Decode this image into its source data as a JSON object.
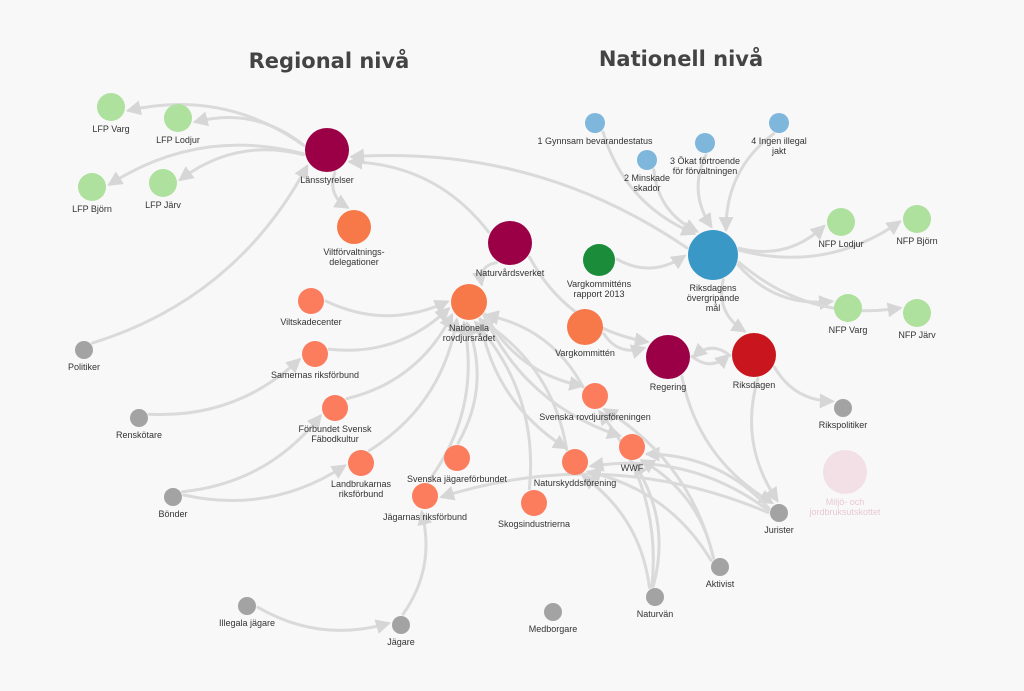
{
  "headings": {
    "regional": "Regional nivå",
    "national": "Nationell nivå"
  },
  "colors": {
    "edge": "#dadada",
    "maroon": "#9b0046",
    "red": "#c9151d",
    "orange": "#f7794a",
    "salmon": "#fb7d5e",
    "light_green": "#aee09e",
    "dark_green": "#1a8c3a",
    "blue": "#3a98c7",
    "light_blue": "#7fb6dc",
    "grey": "#a3a3a3",
    "faded_pink": "#f3e0e6"
  },
  "nodes": [
    {
      "id": "lansstyrelser",
      "label": [
        "Länsstyrelser"
      ],
      "color": "maroon"
    },
    {
      "id": "lfp-varg",
      "label": [
        "LFP Varg"
      ],
      "color": "light_green"
    },
    {
      "id": "lfp-lodjur",
      "label": [
        "LFP Lodjur"
      ],
      "color": "light_green"
    },
    {
      "id": "lfp-bjorn",
      "label": [
        "LFP Björn"
      ],
      "color": "light_green"
    },
    {
      "id": "lfp-jarv",
      "label": [
        "LFP Järv"
      ],
      "color": "light_green"
    },
    {
      "id": "viltforvaltningsdelegationer",
      "label": [
        "Viltförvaltnings-",
        "delegationer"
      ],
      "color": "orange"
    },
    {
      "id": "naturvardsverket",
      "label": [
        "Naturvårdsverket"
      ],
      "color": "maroon"
    },
    {
      "id": "nationella-rovdjursradet",
      "label": [
        "Nationella",
        "rovdjursrådet"
      ],
      "color": "orange"
    },
    {
      "id": "viltskadecenter",
      "label": [
        "Viltskadecenter"
      ],
      "color": "salmon"
    },
    {
      "id": "samernas-riksforbund",
      "label": [
        "Samernas riksförbund"
      ],
      "color": "salmon"
    },
    {
      "id": "forbundet-svensk-fabodkultur",
      "label": [
        "Förbundet Svensk",
        "Fäbodkultur"
      ],
      "color": "salmon"
    },
    {
      "id": "landbrukarnas-riksforbund",
      "label": [
        "Landbrukarnas",
        "riksförbund"
      ],
      "color": "salmon"
    },
    {
      "id": "svenska-jagareforbundet",
      "label": [
        "Svenska jägareförbundet"
      ],
      "color": "salmon"
    },
    {
      "id": "jagarnas-riksforbund",
      "label": [
        "Jägarnas riksförbund"
      ],
      "color": "salmon"
    },
    {
      "id": "skogsindustrierna",
      "label": [
        "Skogsindustrierna"
      ],
      "color": "salmon"
    },
    {
      "id": "naturskyddsforening",
      "label": [
        "Naturskyddsförening"
      ],
      "color": "salmon"
    },
    {
      "id": "wwf",
      "label": [
        "WWF"
      ],
      "color": "salmon"
    },
    {
      "id": "svenska-rovdjursforeningen",
      "label": [
        "Svenska rovdjursföreningen"
      ],
      "color": "salmon"
    },
    {
      "id": "vargkommitten",
      "label": [
        "Vargkommittén"
      ],
      "color": "orange"
    },
    {
      "id": "vargkommittens-rapport",
      "label": [
        "Vargkommitténs",
        "rapport 2013"
      ],
      "color": "dark_green"
    },
    {
      "id": "regering",
      "label": [
        "Regering"
      ],
      "color": "maroon"
    },
    {
      "id": "riksdagen",
      "label": [
        "Riksdagen"
      ],
      "color": "red"
    },
    {
      "id": "riksdagens-mal",
      "label": [
        "Riksdagens",
        "övergripande",
        "mål"
      ],
      "color": "blue"
    },
    {
      "id": "mal-1",
      "label": [
        "1 Gynnsam bevarandestatus"
      ],
      "color": "light_blue"
    },
    {
      "id": "mal-2",
      "label": [
        "2 Minskade",
        "skador"
      ],
      "color": "light_blue"
    },
    {
      "id": "mal-3",
      "label": [
        "3 Ökat förtroende",
        "för förvaltningen"
      ],
      "color": "light_blue"
    },
    {
      "id": "mal-4",
      "label": [
        "4 Ingen illegal",
        "jakt"
      ],
      "color": "light_blue"
    },
    {
      "id": "nfp-lodjur",
      "label": [
        "NFP Lodjur"
      ],
      "color": "light_green"
    },
    {
      "id": "nfp-bjorn",
      "label": [
        "NFP Björn"
      ],
      "color": "light_green"
    },
    {
      "id": "nfp-varg",
      "label": [
        "NFP Varg"
      ],
      "color": "light_green"
    },
    {
      "id": "nfp-jarv",
      "label": [
        "NFP Järv"
      ],
      "color": "light_green"
    },
    {
      "id": "rikspolitiker",
      "label": [
        "Rikspolitiker"
      ],
      "color": "grey"
    },
    {
      "id": "miljo-och-jordbruksutskottet",
      "label": [
        "Miljö- och",
        "jordbruksutskottet"
      ],
      "color": "faded_pink",
      "faded": true
    },
    {
      "id": "jurister",
      "label": [
        "Jurister"
      ],
      "color": "grey"
    },
    {
      "id": "aktivist",
      "label": [
        "Aktivist"
      ],
      "color": "grey"
    },
    {
      "id": "naturvan",
      "label": [
        "Naturvän"
      ],
      "color": "grey"
    },
    {
      "id": "medborgare",
      "label": [
        "Medborgare"
      ],
      "color": "grey"
    },
    {
      "id": "jagare",
      "label": [
        "Jägare"
      ],
      "color": "grey"
    },
    {
      "id": "illegala-jagare",
      "label": [
        "Illegala jägare"
      ],
      "color": "grey"
    },
    {
      "id": "politiker",
      "label": [
        "Politiker"
      ],
      "color": "grey"
    },
    {
      "id": "renskotare",
      "label": [
        "Renskötare"
      ],
      "color": "grey"
    },
    {
      "id": "bonder",
      "label": [
        "Bönder"
      ],
      "color": "grey"
    }
  ],
  "edges": [
    [
      "lansstyrelser",
      "lfp-varg"
    ],
    [
      "lansstyrelser",
      "lfp-lodjur"
    ],
    [
      "lansstyrelser",
      "lfp-bjorn"
    ],
    [
      "lansstyrelser",
      "lfp-jarv"
    ],
    [
      "lansstyrelser",
      "viltforvaltningsdelegationer"
    ],
    [
      "naturvardsverket",
      "lansstyrelser"
    ],
    [
      "politiker",
      "lansstyrelser"
    ],
    [
      "viltskadecenter",
      "nationella-rovdjursradet"
    ],
    [
      "samernas-riksforbund",
      "nationella-rovdjursradet"
    ],
    [
      "forbundet-svensk-fabodkultur",
      "nationella-rovdjursradet"
    ],
    [
      "landbrukarnas-riksforbund",
      "nationella-rovdjursradet"
    ],
    [
      "svenska-jagareforbundet",
      "nationella-rovdjursradet"
    ],
    [
      "jagarnas-riksforbund",
      "nationella-rovdjursradet"
    ],
    [
      "skogsindustrierna",
      "nationella-rovdjursradet"
    ],
    [
      "naturskyddsforening",
      "nationella-rovdjursradet"
    ],
    [
      "svenska-rovdjursforeningen",
      "nationella-rovdjursradet"
    ],
    [
      "naturvardsverket",
      "nationella-rovdjursradet"
    ],
    [
      "naturvardsverket",
      "regering"
    ],
    [
      "vargkommitten",
      "regering"
    ],
    [
      "regering",
      "riksdagen"
    ],
    [
      "riksdagen",
      "regering"
    ],
    [
      "riksdagen",
      "rikspolitiker"
    ],
    [
      "riksdagens-mal",
      "lansstyrelser"
    ],
    [
      "vargkommittens-rapport",
      "riksdagens-mal"
    ],
    [
      "mal-1",
      "riksdagens-mal"
    ],
    [
      "mal-2",
      "riksdagens-mal"
    ],
    [
      "mal-3",
      "riksdagens-mal"
    ],
    [
      "mal-4",
      "riksdagens-mal"
    ],
    [
      "riksdagens-mal",
      "nfp-lodjur"
    ],
    [
      "riksdagens-mal",
      "nfp-bjorn"
    ],
    [
      "riksdagens-mal",
      "nfp-varg"
    ],
    [
      "riksdagens-mal",
      "nfp-jarv"
    ],
    [
      "riksdagens-mal",
      "riksdagen"
    ],
    [
      "riksdagen",
      "jurister"
    ],
    [
      "regering",
      "jurister"
    ],
    [
      "jurister",
      "jagarnas-riksforbund"
    ],
    [
      "jurister",
      "naturskyddsforening"
    ],
    [
      "jurister",
      "wwf"
    ],
    [
      "aktivist",
      "naturskyddsforening"
    ],
    [
      "aktivist",
      "wwf"
    ],
    [
      "aktivist",
      "svenska-rovdjursforeningen"
    ],
    [
      "naturvan",
      "naturskyddsforening"
    ],
    [
      "naturvan",
      "wwf"
    ],
    [
      "naturvan",
      "svenska-rovdjursforeningen"
    ],
    [
      "illegala-jagare",
      "jagare"
    ],
    [
      "jagare",
      "jagarnas-riksforbund"
    ],
    [
      "renskotare",
      "samernas-riksforbund"
    ],
    [
      "bonder",
      "forbundet-svensk-fabodkultur"
    ],
    [
      "bonder",
      "landbrukarnas-riksforbund"
    ],
    [
      "nationella-rovdjursradet",
      "naturskyddsforening"
    ],
    [
      "nationella-rovdjursradet",
      "wwf"
    ],
    [
      "nationella-rovdjursradet",
      "svenska-rovdjursforeningen"
    ]
  ]
}
